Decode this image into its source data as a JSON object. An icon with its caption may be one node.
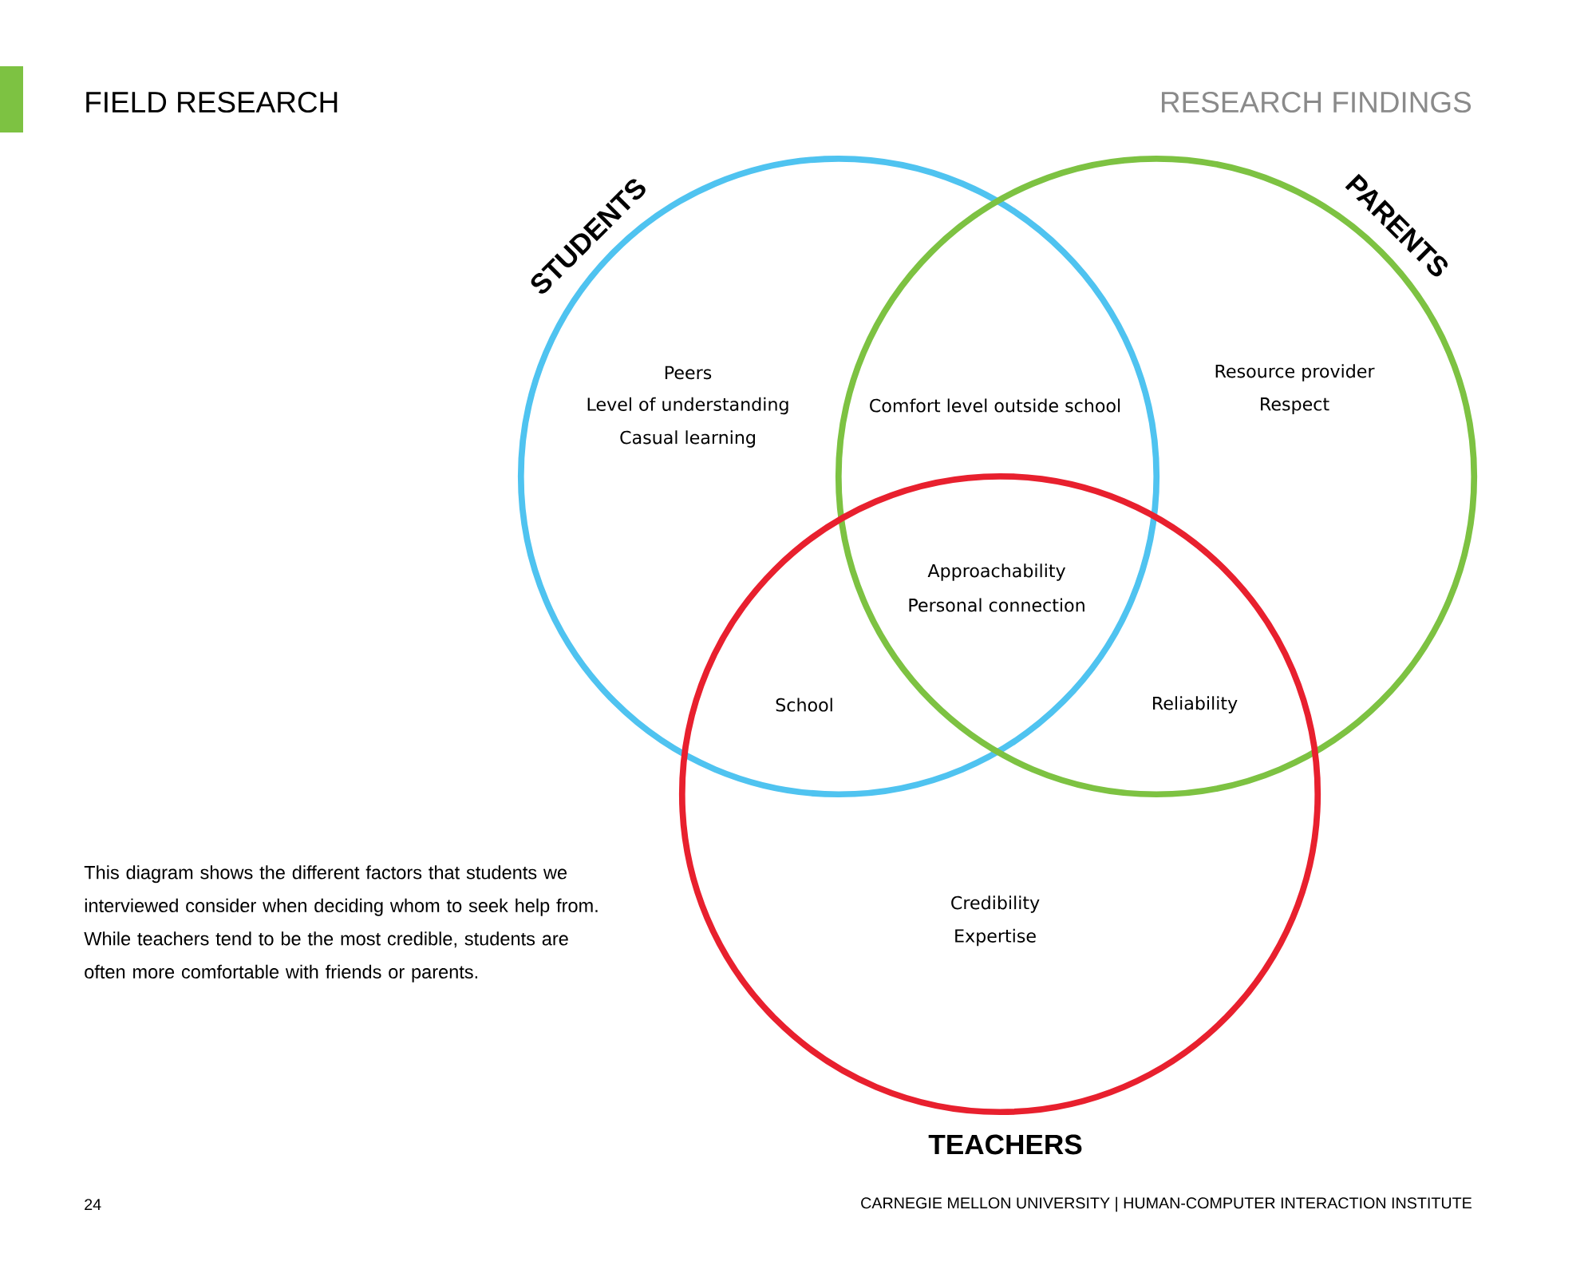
{
  "diagram": {
    "title": "FIELD RESEARCH",
    "caption": "This diagram shows the different factors that students we interviewed consider when deciding whom to seek help from. While teachers tend to be the most credible, students are often more comfortable with friends or parents.",
    "nodes": [
      {
        "text": [
          "STUDENTS",
          "Peers",
          "Level of understanding",
          "Casual learning"
        ]
      },
      {
        "text": [
          "PARENTS",
          "Resource provider",
          "Respect"
        ]
      },
      {
        "text": [
          "Credibility",
          "Expertise",
          "TEACHERS"
        ]
      }
    ],
    "labels": [
      "RESEARCH FINDINGS",
      "Comfort level outside school",
      "Approachability",
      "Personal connection",
      "School",
      "Reliability",
      "24",
      "CARNEGIE MELLON UNIVERSITY | HUMAN-COMPUTER INTERACTION INSTITUTE"
    ]
  }
}
